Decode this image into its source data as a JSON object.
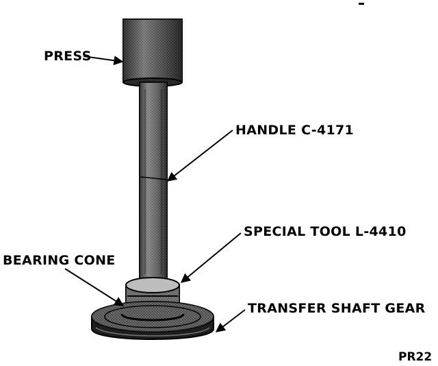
{
  "labels": {
    "press": "PRESS",
    "handle": "HANDLE C-4171",
    "special_tool": "SPECIAL TOOL L-4410",
    "bearing_cone": "BEARING CONE",
    "transfer_gear": "TRANSFER SHAFT GEAR"
  },
  "figure_code": "PR22",
  "colors": {
    "ink": "#000000",
    "paper": "#ffffff",
    "shade": "#4a4a4a"
  }
}
